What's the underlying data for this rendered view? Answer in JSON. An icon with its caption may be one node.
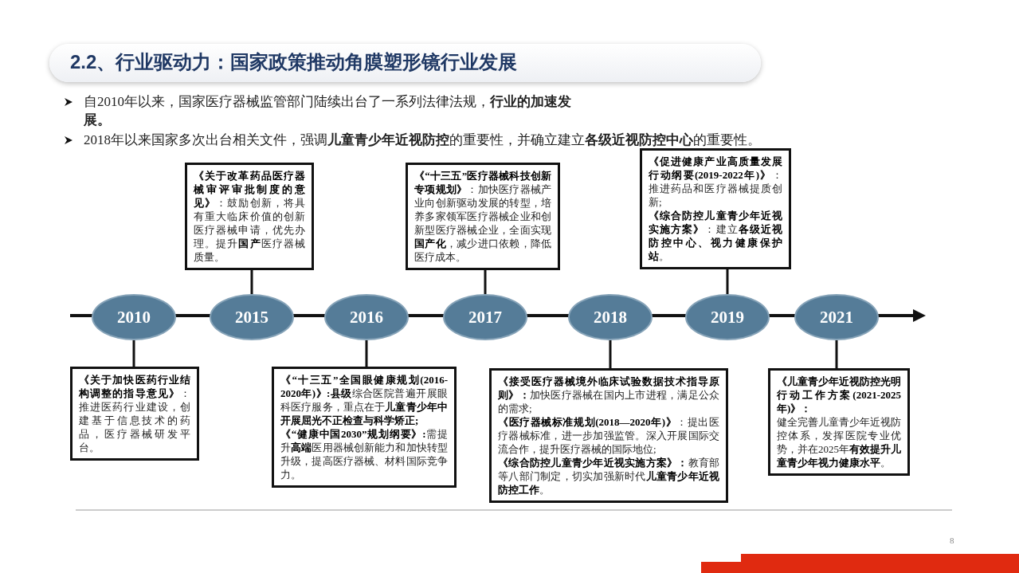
{
  "diagram": {
    "title": "2.2、行业驱动力：国家政策推动角膜塑形镜行业发展",
    "nodes": [
      {
        "text": [
          "**《关于改革药品医疗器械审评审批制度的意见》**：鼓励创新，将具有重大临床价值的创新医疗器械申请，优先办理。提升**国产**医疗器械质量。"
        ]
      },
      {
        "text": [
          "**《“十三五”医疗器械科技创新专项规划》**：加快医疗器械产业向创新驱动发展的转型，培养多家领军医疗器械企业和创新型医疗器械企业，全面实现**国产化**，减少进口依赖，降低医疗成本。"
        ]
      },
      {
        "text": [
          "**《促进健康产业高质量发展行动纲要(2019-2022年)》**：推进药品和医疗器械提质创新;",
          "**《综合防控儿童青少年近视实施方案》**：建立**各级近视防控中心、视力健康保护站**。"
        ]
      },
      {
        "text": [
          "2010"
        ]
      },
      {
        "text": [
          "2015"
        ]
      },
      {
        "text": [
          "2016"
        ]
      },
      {
        "text": [
          "2017"
        ]
      },
      {
        "text": [
          "2018"
        ]
      },
      {
        "text": [
          "2019"
        ]
      },
      {
        "text": [
          "2021"
        ]
      },
      {
        "text": [
          "**《关于加快医药行业结构调整的指导意见》**：推进医药行业建设，创建基于信息技术的药品，医疗器械研发平台。"
        ]
      },
      {
        "text": [
          "**《“十三五”全国眼健康规划(2016-2020年)》:县级**综合医院普遍开展眼科医疗服务，重点在于**儿童青少年中开展屈光不正检查与科学矫正;**",
          "**《“健康中国2030”规划纲要》:**需提升**高端**医用器械创新能力和加快转型升级，提高医疗器械、材料国际竞争力。"
        ]
      },
      {
        "text": [
          "**《接受医疗器械境外临床试验数据技术指导原则》：**加快医疗器械在国内上市进程，满足公众的需求;",
          "**《医疗器械标准规划(2018—2020年)》**：提出医疗器械标准，进一步加强监管。深入开展国际交流合作，提升医疗器械的国际地位;",
          "**《综合防控儿童青少年近视实施方案》：**教育部等八部门制定，切实加强新时代**儿童青少年近视防控工作**。"
        ]
      },
      {
        "text": [
          "**《儿童青少年近视防控光明行动工作方案(2021-2025年)》：**",
          "健全完善儿童青少年近视防控体系，发挥医院专业优势，并在2025年**有效提升儿童青少年视力健康水平**。"
        ]
      }
    ],
    "edges": [
      {
        "from": 3,
        "to": 10,
        "arrow": "none"
      },
      {
        "from": 4,
        "to": 0,
        "arrow": "none"
      },
      {
        "from": 5,
        "to": 11,
        "arrow": "none"
      },
      {
        "from": 6,
        "to": 1,
        "arrow": "none"
      },
      {
        "from": 7,
        "to": 12,
        "arrow": "none"
      },
      {
        "from": 8,
        "to": 2,
        "arrow": "none"
      },
      {
        "from": 9,
        "to": 13,
        "arrow": "none"
      }
    ],
    "labels": [
      "自2010年以来，国家医疗器械监管部门陆续出台了一系列法律法规，**行业的加速发展。**",
      "2018年以来国家多次出台相关文件，强调**儿童青少年近视防控**的重要性，并确立建立**各级近视防控中心**的重要性。",
      "8"
    ]
  }
}
